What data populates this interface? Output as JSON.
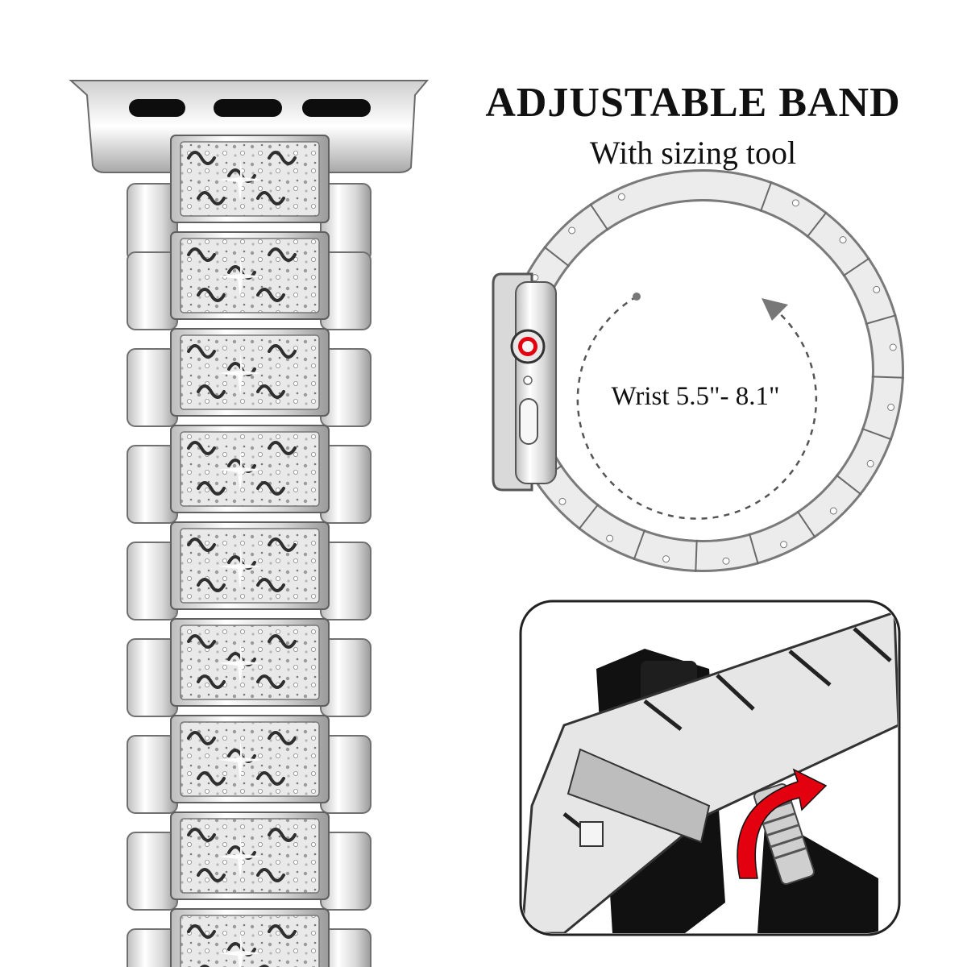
{
  "headline": "ADJUSTABLE BAND",
  "subline": "With sizing tool",
  "wrist_range": "Wrist 5.5\"- 8.1\"",
  "colors": {
    "metal_light": "#f2f2f2",
    "metal_mid": "#c9c9c9",
    "metal_dark": "#6d6d6d",
    "tool_black": "#111111",
    "arrow_red": "#e3000f",
    "frame_border": "#222222"
  },
  "icons": {
    "resize_direction": "rotate-arrow-icon",
    "watch_button": "watch-crown-icon"
  }
}
